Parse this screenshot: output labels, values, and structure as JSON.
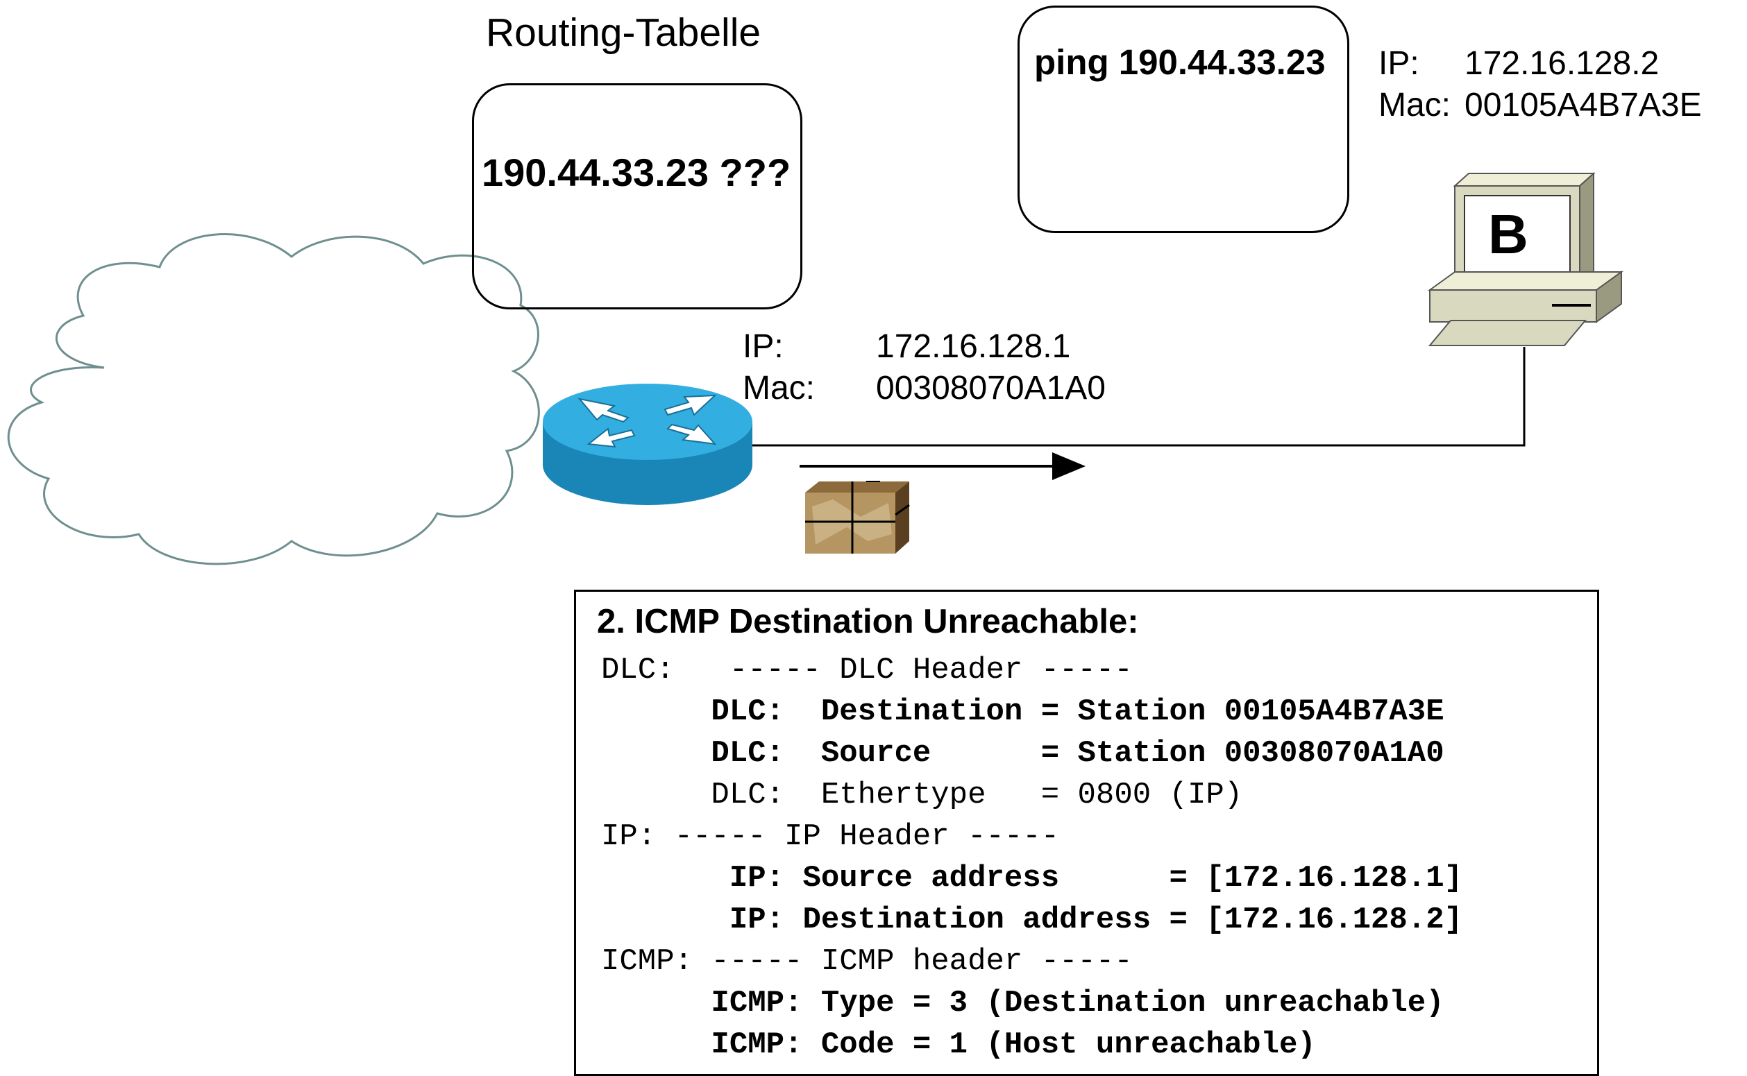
{
  "routing_table": {
    "title": "Routing-Tabelle",
    "entry": "190.44.33.23 ???"
  },
  "host_b": {
    "command": "ping 190.44.33.23",
    "ip_label": "IP:",
    "ip_value": "172.16.128.2",
    "mac_label": "Mac:",
    "mac_value": "00105A4B7A3E",
    "label": "B"
  },
  "router": {
    "ip_label": "IP:",
    "ip_value": "172.16.128.1",
    "mac_label": "Mac:",
    "mac_value": "00308070A1A0"
  },
  "colors": {
    "router_fill": "#1f95c9",
    "router_top": "#33aee0",
    "cloud_stroke": "#6f8f8f",
    "pc_body": "#d9d9c0",
    "package": "#b59663"
  },
  "packet": {
    "title": "2. ICMP Destination Unreachable:",
    "lines": [
      "DLC:   ----- DLC Header -----",
      "      DLC:  Destination = Station 00105A4B7A3E",
      "      DLC:  Source      = Station 00308070A1A0",
      "      DLC:  Ethertype   = 0800 (IP)",
      "IP: ----- IP Header -----",
      "       IP: Source address      = [172.16.128.1]",
      "       IP: Destination address = [172.16.128.2]",
      "ICMP: ----- ICMP header -----",
      "      ICMP: Type = 3 (Destination unreachable)",
      "      ICMP: Code = 1 (Host unreachable)"
    ]
  }
}
